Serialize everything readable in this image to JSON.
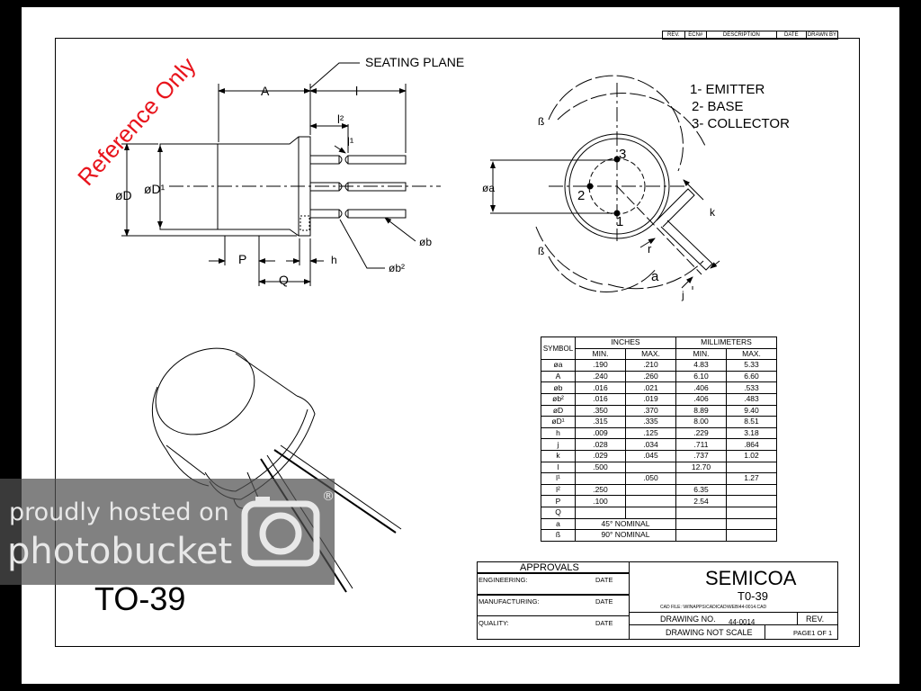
{
  "revision_block": [
    "REV.",
    "ECN#",
    "DESCRIPTION",
    "DATE",
    "DRAWN BY"
  ],
  "stamp": "Reference Only",
  "side_view": {
    "seating_plane": "SEATING PLANE",
    "labels": {
      "A": "A",
      "l": "l",
      "l2": "l²",
      "l1": "l¹",
      "D": "øD",
      "D1": "øD¹",
      "P": "P",
      "Q": "Q",
      "h": "h",
      "b": "øb",
      "b2": "øb²"
    }
  },
  "bottom_view": {
    "labels": {
      "beta": "ß",
      "beta2": "ß",
      "a": "øa",
      "k": "k",
      "r": "r",
      "alpha": "a",
      "j": "j"
    },
    "pins": [
      "1",
      "2",
      "3"
    ]
  },
  "pin_legend": [
    "1- EMITTER",
    "2- BASE",
    "3- COLLECTOR"
  ],
  "dimension_table": {
    "symbol_header": "SYMBOL",
    "inches_header": "INCHES",
    "mm_header": "MILLIMETERS",
    "sub_headers": [
      "MIN.",
      "MAX.",
      "MIN.",
      "MAX."
    ],
    "rows": [
      {
        "sym": "øa",
        "vals": [
          ".190",
          ".210",
          "4.83",
          "5.33"
        ]
      },
      {
        "sym": "A",
        "vals": [
          ".240",
          ".260",
          "6.10",
          "6.60"
        ]
      },
      {
        "sym": "øb",
        "vals": [
          ".016",
          ".021",
          ".406",
          ".533"
        ]
      },
      {
        "sym": "øb²",
        "vals": [
          ".016",
          ".019",
          ".406",
          ".483"
        ]
      },
      {
        "sym": "øD",
        "vals": [
          ".350",
          ".370",
          "8.89",
          "9.40"
        ]
      },
      {
        "sym": "øD¹",
        "vals": [
          ".315",
          ".335",
          "8.00",
          "8.51"
        ]
      },
      {
        "sym": "h",
        "vals": [
          ".009",
          ".125",
          ".229",
          "3.18"
        ]
      },
      {
        "sym": "j",
        "vals": [
          ".028",
          ".034",
          ".711",
          ".864"
        ]
      },
      {
        "sym": "k",
        "vals": [
          ".029",
          ".045",
          ".737",
          "1.02"
        ]
      },
      {
        "sym": "l",
        "vals": [
          ".500",
          "",
          "12.70",
          ""
        ]
      },
      {
        "sym": "l¹",
        "vals": [
          "",
          ".050",
          "",
          "1.27"
        ]
      },
      {
        "sym": "l²",
        "vals": [
          ".250",
          "",
          "6.35",
          ""
        ]
      },
      {
        "sym": "P",
        "vals": [
          ".100",
          "",
          "2.54",
          ""
        ]
      },
      {
        "sym": "Q",
        "vals": [
          "",
          "",
          "",
          ""
        ]
      }
    ],
    "nominal_rows": [
      {
        "sym": "a",
        "text": "45° NOMINAL"
      },
      {
        "sym": "ß",
        "text": "90° NOMINAL"
      }
    ]
  },
  "part_name": "TO-39",
  "title_block": {
    "approvals": "APPROVALS",
    "engineering": "ENGINEERING:",
    "manufacturing": "MANUFACTURING:",
    "quality": "QUALITY:",
    "date": "DATE",
    "company": "SEMICOA",
    "package": "T0-39",
    "cad_file": "CAD FILE: \\WINAPPS\\CADICAD\\WEBI44-0014.CAD",
    "drawing_no_label": "DRAWING NO.",
    "drawing_no": "44-0014",
    "rev_label": "REV.",
    "scale": "DRAWING NOT SCALE",
    "page": "PAGE1 OF 1"
  },
  "watermark": {
    "line1": "proudly hosted on",
    "line2": "photobucket",
    "reg": "®"
  }
}
